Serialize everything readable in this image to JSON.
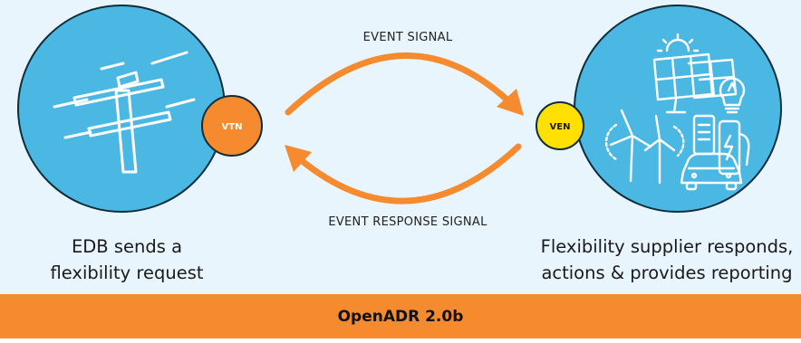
{
  "signals": {
    "top_label": "EVENT SIGNAL",
    "bottom_label": "EVENT RESPONSE SIGNAL"
  },
  "nodes": {
    "vtn_label": "VTN",
    "ven_label": "VEN"
  },
  "left_caption": {
    "line1": "EDB sends a",
    "line2": "flexibility request"
  },
  "right_caption": {
    "line1": "Flexibility supplier responds,",
    "line2": "actions & provides reporting"
  },
  "footer": {
    "title": "OpenADR 2.0b"
  },
  "colors": {
    "background": "#E8F5FC",
    "circle_fill": "#4BB8E4",
    "orange": "#F58A2E",
    "yellow": "#FFE000",
    "line": "#ffffff"
  },
  "icons": {
    "left": "power-pole-icon",
    "right": [
      "solar-panel-icon",
      "sun-icon",
      "light-bulb-icon",
      "wind-turbine-icon",
      "battery-icon",
      "ev-charger-icon",
      "electric-car-icon"
    ]
  }
}
